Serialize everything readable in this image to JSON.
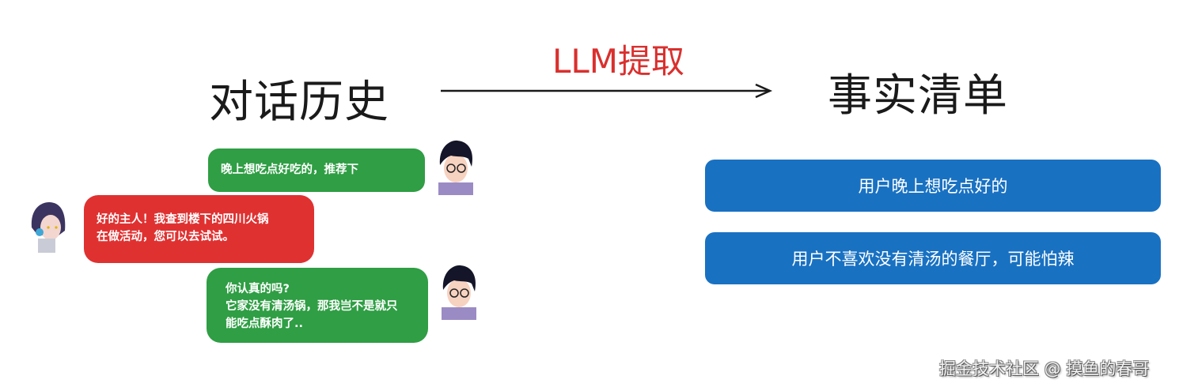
{
  "headings": {
    "left": "对话历史",
    "right": "事实清单",
    "arrow_label": "LLM提取"
  },
  "colors": {
    "user_bubble": "#2f9e44",
    "assistant_bubble": "#e03131",
    "fact_box": "#1971c2",
    "arrow_label": "#d9302e"
  },
  "conversation": [
    {
      "role": "user",
      "avatar": "anime-boy-with-glasses",
      "lines": [
        "晚上想吃点好吃的，推荐下"
      ]
    },
    {
      "role": "assistant",
      "avatar": "anime-cyborg-girl",
      "lines": [
        "好的主人！我查到楼下的四川火锅",
        "在做活动，您可以去试试。"
      ]
    },
    {
      "role": "user",
      "avatar": "anime-boy-with-glasses",
      "lines": [
        "你认真的吗?",
        "它家没有清汤锅，那我岂不是就只",
        "能吃点酥肉了.."
      ]
    }
  ],
  "facts": [
    "用户晚上想吃点好的",
    "用户不喜欢没有清汤的餐厅，可能怕辣"
  ],
  "watermark": "掘金技术社区 @ 摸鱼的春哥"
}
